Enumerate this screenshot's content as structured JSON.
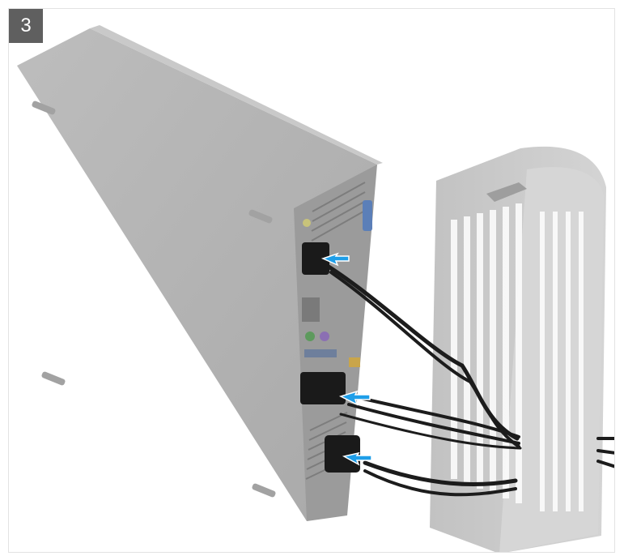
{
  "step": {
    "number": "3"
  },
  "illustration": {
    "subject": "computer-chassis-with-dust-filter",
    "colors": {
      "chassis_face": "#b6b6b6",
      "chassis_top": "#c9c9c9",
      "chassis_back": "#9d9d9d",
      "filter_body": "#c3c3c3",
      "filter_side": "#d6d6d6",
      "cable": "#1c1c1c",
      "arrow": "#1f9ee8"
    },
    "arrows": [
      {
        "name": "arrow-top-connector"
      },
      {
        "name": "arrow-middle-connector"
      },
      {
        "name": "arrow-power-connector"
      }
    ]
  }
}
